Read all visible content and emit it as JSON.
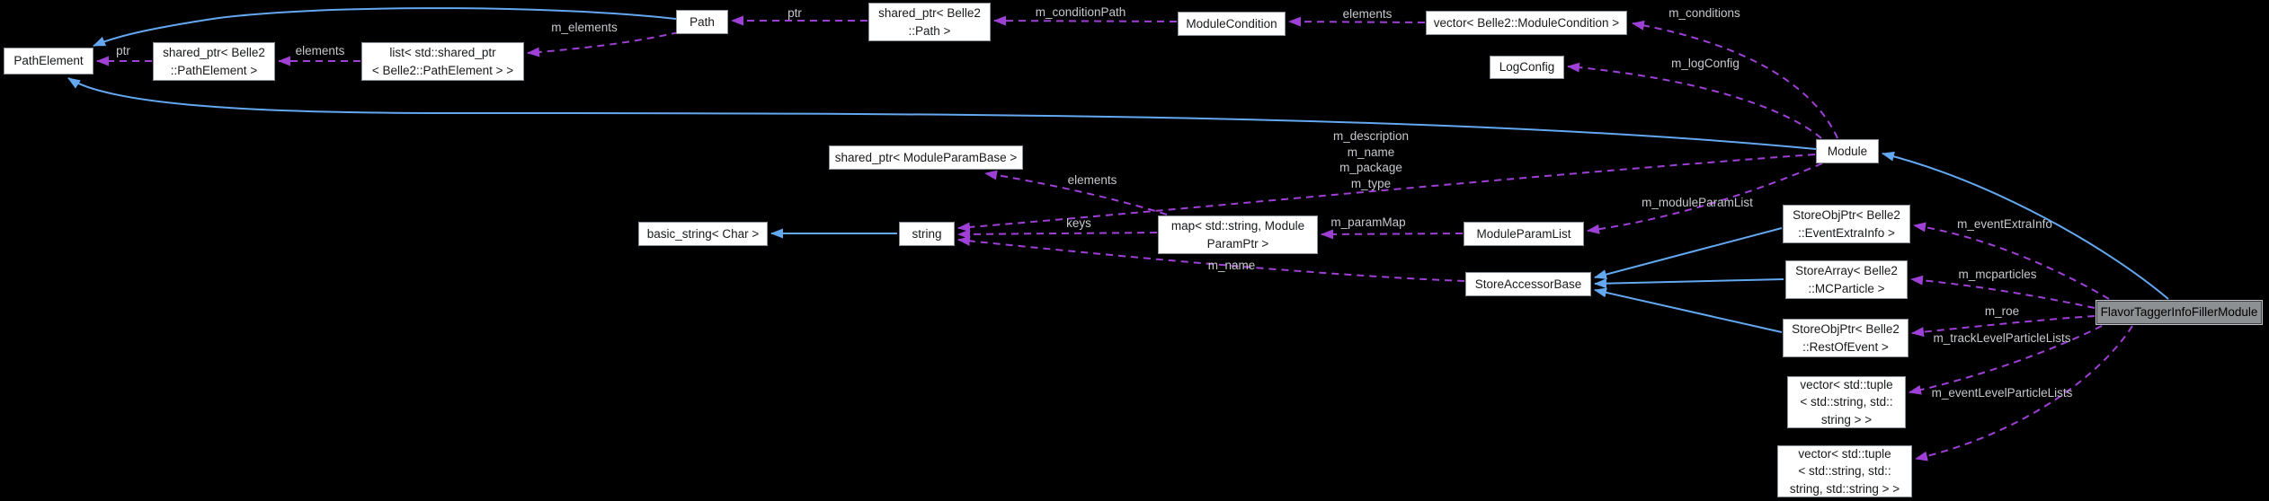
{
  "diagram": {
    "colors": {
      "background": "#000000",
      "node_fill": "#ffffff",
      "node_border": "#8b9299",
      "node_text": "#17191b",
      "highlight_fill": "#8c9093",
      "highlight_border": "#c2c6ca",
      "inheritance_edge": "#63a8f0",
      "usage_edge": "#9e3fd6",
      "label_text": "#c5c9cd"
    },
    "nodes": [
      {
        "id": "PathElement",
        "label": "PathElement"
      },
      {
        "id": "shared_ptr_Belle2_PathElement",
        "label": "shared_ptr< Belle2\n::PathElement >"
      },
      {
        "id": "list_shared_ptr_Belle2_PathElement",
        "label": "list< std::shared_ptr\n< Belle2::PathElement > >"
      },
      {
        "id": "Path",
        "label": "Path"
      },
      {
        "id": "shared_ptr_Belle2_Path",
        "label": "shared_ptr< Belle2\n::Path >"
      },
      {
        "id": "ModuleCondition",
        "label": "ModuleCondition"
      },
      {
        "id": "vector_Belle2_ModuleCondition",
        "label": "vector< Belle2::ModuleCondition >"
      },
      {
        "id": "LogConfig",
        "label": "LogConfig"
      },
      {
        "id": "Module",
        "label": "Module"
      },
      {
        "id": "shared_ptr_ModuleParamBase",
        "label": "shared_ptr< ModuleParamBase >"
      },
      {
        "id": "basic_string_Char",
        "label": "basic_string< Char >"
      },
      {
        "id": "string",
        "label": "string"
      },
      {
        "id": "map_string_ModuleParamPtr",
        "label": "map< std::string, Module\nParamPtr >"
      },
      {
        "id": "ModuleParamList",
        "label": "ModuleParamList"
      },
      {
        "id": "StoreAccessorBase",
        "label": "StoreAccessorBase"
      },
      {
        "id": "StoreObjPtr_Belle2_EventExtraInfo",
        "label": "StoreObjPtr< Belle2\n::EventExtraInfo >"
      },
      {
        "id": "StoreArray_Belle2_MCParticle",
        "label": "StoreArray< Belle2\n::MCParticle >"
      },
      {
        "id": "StoreObjPtr_Belle2_RestOfEvent",
        "label": "StoreObjPtr< Belle2\n::RestOfEvent >"
      },
      {
        "id": "vector_tuple_string_string",
        "label": "vector< std::tuple\n< std::string, std::\nstring > >"
      },
      {
        "id": "vector_tuple_string_string_string",
        "label": "vector< std::tuple\n< std::string, std::\nstring, std::string > >"
      },
      {
        "id": "FlavorTaggerInfoFillerModule",
        "label": "FlavorTaggerInfoFillerModule"
      }
    ],
    "edge_labels": [
      {
        "text": "ptr"
      },
      {
        "text": "elements"
      },
      {
        "text": "m_elements"
      },
      {
        "text": "ptr"
      },
      {
        "text": "m_conditionPath"
      },
      {
        "text": "elements"
      },
      {
        "text": "m_conditions"
      },
      {
        "text": "m_logConfig"
      },
      {
        "text": "m_description\nm_name\nm_package\nm_type"
      },
      {
        "text": "elements"
      },
      {
        "text": "keys"
      },
      {
        "text": "m_paramMap"
      },
      {
        "text": "m_name"
      },
      {
        "text": "m_moduleParamList"
      },
      {
        "text": "m_eventExtraInfo"
      },
      {
        "text": "m_mcparticles"
      },
      {
        "text": "m_roe"
      },
      {
        "text": "m_trackLevelParticleLists"
      },
      {
        "text": "m_eventLevelParticleLists"
      }
    ]
  }
}
